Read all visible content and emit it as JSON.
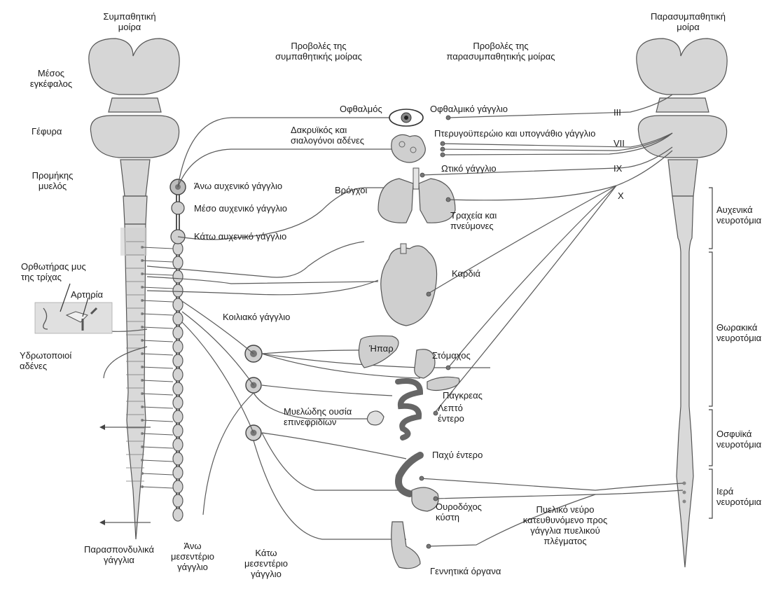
{
  "labels": {
    "sym_division": "Συμπαθητική\nμοίρα",
    "para_division": "Παρασυμπαθητική\nμοίρα",
    "midbrain": "Μέσος\nεγκέφαλος",
    "pons": "Γέφυρα",
    "medulla": "Προμήκης\nμυελός",
    "sym_projections": "Προβολές της\nσυμπαθητικής μοίρας",
    "para_projections": "Προβολές της\nπαρασυμπαθητικής μοίρας",
    "eye": "Οφθαλμός",
    "ciliary_ganglion": "Οφθαλμικό γάγγλιο",
    "lacrimal_salivary": "Δακρυϊκός και\nσιαλογόνοι αδένες",
    "pterygopalatine": "Πτερυγοϋπερώιο και υπογνάθιο γάγγλιο",
    "otic_ganglion": "Ωτικό γάγγλιο",
    "nerve_III": "III",
    "nerve_VII": "VII",
    "nerve_IX": "IX",
    "nerve_X": "X",
    "superior_cervical": "Άνω αυχενικό γάγγλιο",
    "middle_cervical": "Μέσο αυχενικό γάγγλιο",
    "inferior_cervical": "Κάτω αυχενικό γάγγλιο",
    "bronchi": "Βρόγχοι",
    "trachea_lungs": "Τραχεία και\nπνεύμονες",
    "heart": "Καρδιά",
    "arrector_pili": "Ορθωτήρας μυς\nτης τρίχας",
    "artery": "Αρτηρία",
    "sweat_glands": "Υδρωτοποιοί\nαδένες",
    "celiac_ganglion": "Κοιλιακό γάγγλιο",
    "liver": "Ήπαρ",
    "stomach": "Στόμαχος",
    "pancreas": "Πάγκρεας",
    "small_intestine": "Λεπτό\nέντερο",
    "adrenal_medulla": "Μυελώδης ουσία\nεπινεφριδίων",
    "large_intestine": "Παχύ έντερο",
    "bladder": "Ουροδόχος\nκύστη",
    "pelvic_nerve": "Πυελικό νεύρο\nκατευθυνόμενο προς\nγάγγλια πυελικού\nπλέγματος",
    "genitals": "Γεννητικά όργανα",
    "paravertebral": "Παρασπονδυλικά\nγάγγλια",
    "sup_mesenteric": "Άνω\nμεσεντέριο\nγάγγλιο",
    "inf_mesenteric": "Κάτω\nμεσεντέριο\nγάγγλιο",
    "cervical_segments": "Αυχενικά\nνευροτόμια",
    "thoracic_segments": "Θωρακικά\nνευροτόμια",
    "lumbar_segments": "Οσφυϊκά\nνευροτόμια",
    "sacral_segments": "Ιερά\nνευροτόμια"
  },
  "colors": {
    "line": "#5a5a5a",
    "fill": "#d8d8d8",
    "organ": "#cfcfcf",
    "ink": "#1a1a1a"
  }
}
